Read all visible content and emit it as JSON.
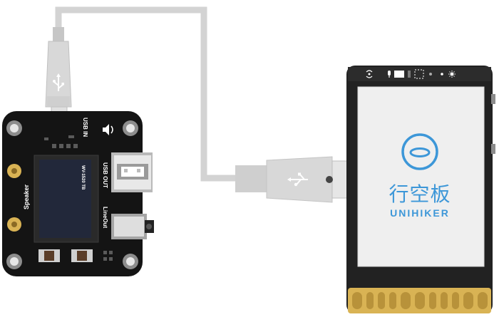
{
  "board": {
    "usb_in_label": "USB IN",
    "usb_out_label": "USB OUT",
    "speaker_label": "Speaker",
    "lineout_label": "LineOut"
  },
  "device": {
    "brand_cn": "行空板",
    "brand_en": "UNIHIKER"
  },
  "icons": [
    "usb-icon",
    "speaker-icon",
    "brand-logo-icon",
    "light-icon",
    "mic-icon",
    "wifi-icon"
  ],
  "colors": {
    "board": "#141414",
    "cable": "#cfcfcf",
    "brand": "#3d97d8",
    "gold": "#d9b354"
  }
}
